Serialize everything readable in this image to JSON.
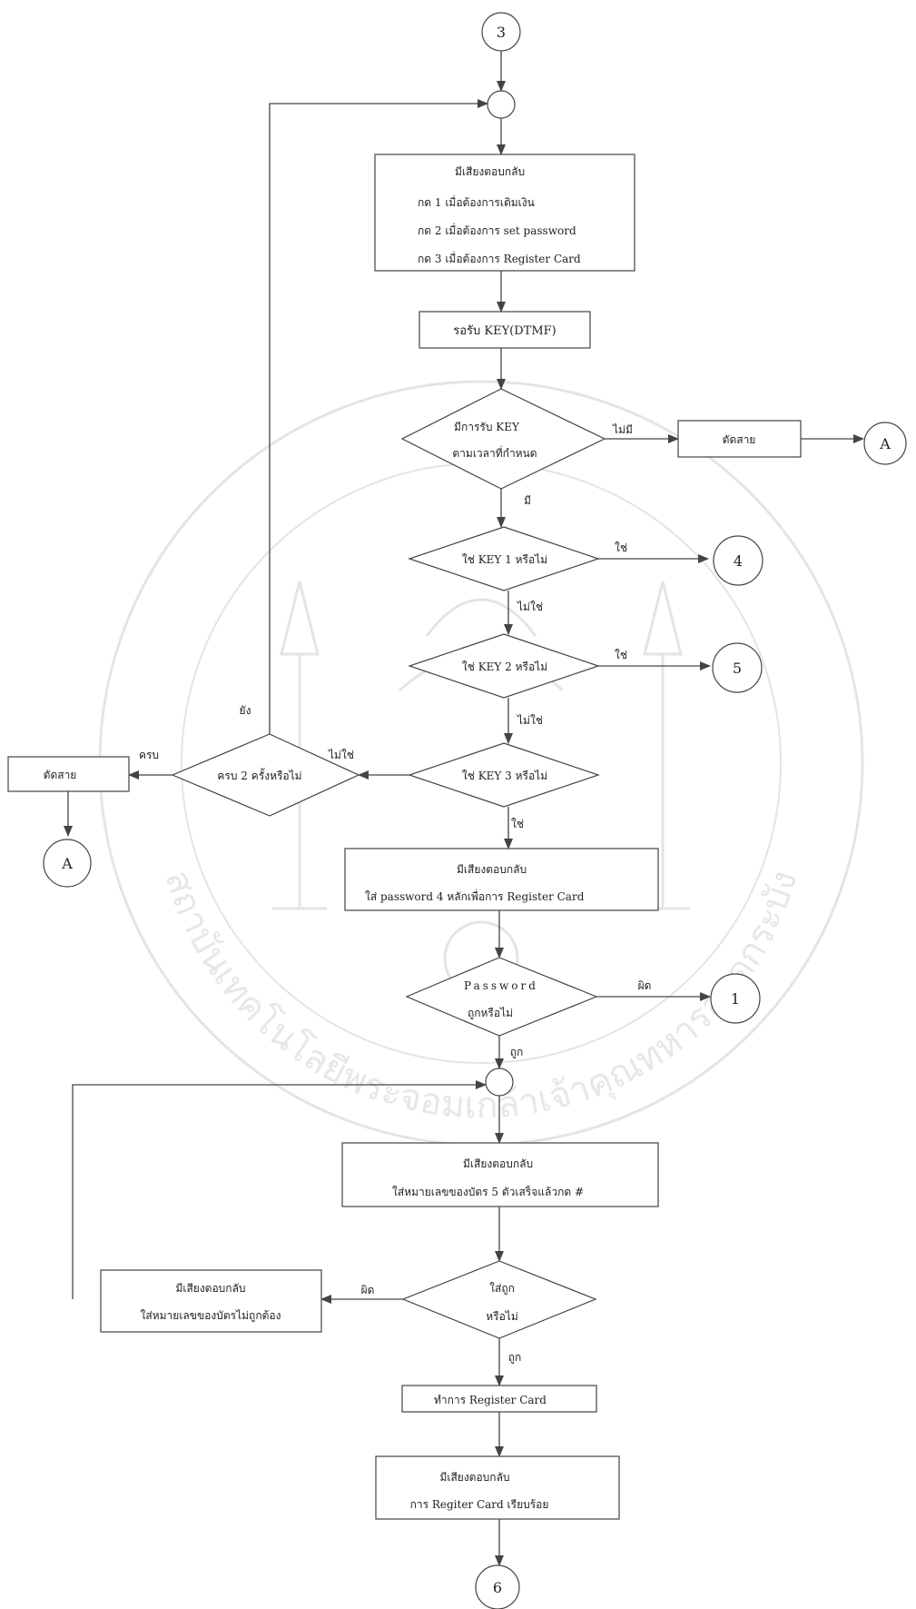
{
  "connectors": {
    "start": "3",
    "key1_target": "4",
    "key2_target": "5",
    "password_fail_target": "1",
    "end": "6",
    "hangup_right_target": "A",
    "hangup_left_target": "A"
  },
  "menu_prompt": {
    "title": "มีเสียงตอบกลับ",
    "line1": "กด 1 เมื่อต้องการเติมเงิน",
    "line2": "กด 2 เมื่อต้องการ set password",
    "line3": "กด 3  เมื่อต้องการ Register Card"
  },
  "wait_key": "รอรับ KEY(DTMF)",
  "key_received": {
    "line1": "มีการรับ KEY",
    "line2": "ตามเวลาที่กำหนด",
    "no_label": "ไม่มี",
    "yes_label": "มี"
  },
  "hangup_right": "ตัดสาย",
  "key1": {
    "text": "ใช่ KEY 1 หรือไม่",
    "yes": "ใช่",
    "no": "ไม่ใช่"
  },
  "key2": {
    "text": "ใช่ KEY 2 หรือไม่",
    "yes": "ใช่",
    "no": "ไม่ใช่"
  },
  "key3": {
    "text": "ใช่ KEY 3 หรือไม่",
    "yes": "ใช่",
    "no": "ไม่ใช่"
  },
  "retry": {
    "text": "ครบ 2 ครั้งหรือไม่",
    "not_yet": "ยัง",
    "done": "ครบ"
  },
  "hangup_left": "ตัดสาย",
  "password_prompt": {
    "title": "มีเสียงตอบกลับ",
    "line1": "ใส่ password 4 หลักเพื่อการ Register Card"
  },
  "password_check": {
    "line1": "Password",
    "line2": "ถูกหรือไม่",
    "wrong": "ผิด",
    "correct": "ถูก"
  },
  "card_prompt": {
    "title": "มีเสียงตอบกลับ",
    "line1": "ใส่หมายเลขของบัตร 5 ตัวเสร็จแล้วกด #"
  },
  "card_check": {
    "line1": "ใส่ถูก",
    "line2": "หรือไม่",
    "wrong": "ผิด",
    "correct": "ถูก"
  },
  "card_error": {
    "title": "มีเสียงตอบกลับ",
    "line1": "ใส่หมายเลขของบัตรไม่ถูกต้อง"
  },
  "register_action": "ทำการ Register Card",
  "register_done": {
    "title": "มีเสียงตอบกลับ",
    "line1": "การ Regiter Card เรียบร้อย"
  },
  "watermark_text": "สถาบันเทคโนโลยีพระจอมเกล้าเจ้าคุณทหารลาดกระบัง"
}
